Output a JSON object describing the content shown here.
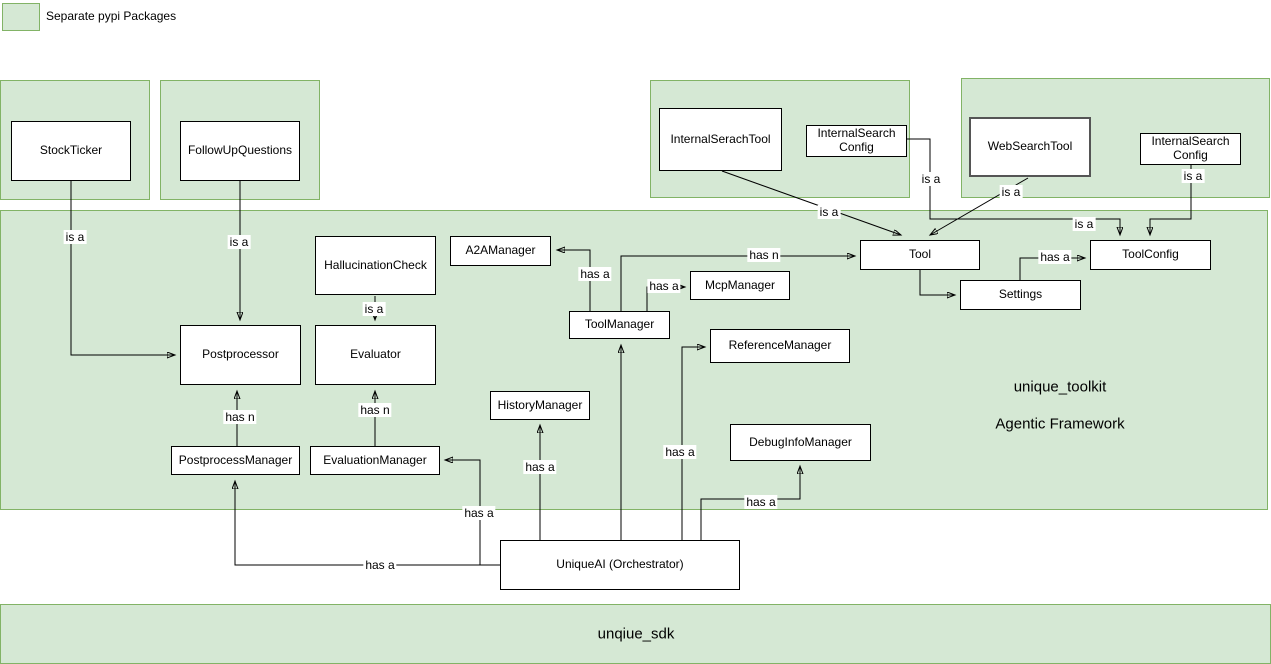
{
  "legend": {
    "swatch_color": "#d5e8d4",
    "label": "Separate pypi Packages"
  },
  "colors": {
    "package_fill": "#d5e8d4",
    "package_border": "#82b366",
    "node_fill": "#ffffff",
    "node_border": "#000000"
  },
  "containers": {
    "toolkit_title": "unique_toolkit",
    "toolkit_subtitle": "Agentic Framework",
    "sdk_label": "unqiue_sdk"
  },
  "nodes": {
    "stock_ticker": "StockTicker",
    "follow_up_questions": "FollowUpQuestions",
    "internal_serach_tool": "InternalSerachTool",
    "internal_search_config_left": "InternalSearch Config",
    "web_search_tool": "WebSearchTool",
    "internal_search_config_right": "InternalSearch Config",
    "a2a_manager": "A2AManager",
    "hallucination_check": "HallucinationCheck",
    "postprocessor": "Postprocessor",
    "evaluator": "Evaluator",
    "tool_manager": "ToolManager",
    "mcp_manager": "McpManager",
    "history_manager": "HistoryManager",
    "reference_manager": "ReferenceManager",
    "debug_info_manager": "DebugInfoManager",
    "postprocess_manager": "PostprocessManager",
    "evaluation_manager": "EvaluationManager",
    "tool": "Tool",
    "settings": "Settings",
    "tool_config": "ToolConfig",
    "unique_ai": "UniqueAI (Orchestrator)"
  },
  "edges": [
    {
      "from": "StockTicker",
      "to": "Postprocessor",
      "label": "is a"
    },
    {
      "from": "FollowUpQuestions",
      "to": "Postprocessor",
      "label": "is a"
    },
    {
      "from": "HallucinationCheck",
      "to": "Evaluator",
      "label": "is a"
    },
    {
      "from": "InternalSerachTool",
      "to": "Tool",
      "label": "is a"
    },
    {
      "from": "WebSearchTool",
      "to": "Tool",
      "label": "is a"
    },
    {
      "from": "InternalSearch Config (left)",
      "to": "ToolConfig",
      "label": "is a"
    },
    {
      "from": "InternalSearch Config (right)",
      "to": "ToolConfig",
      "label": "is a"
    },
    {
      "from": "ToolManager",
      "to": "A2AManager",
      "label": "has a"
    },
    {
      "from": "ToolManager",
      "to": "Tool",
      "label": "has n"
    },
    {
      "from": "ToolManager",
      "to": "McpManager",
      "label": "has a"
    },
    {
      "from": "Tool",
      "to": "Settings",
      "label": ""
    },
    {
      "from": "Settings",
      "to": "ToolConfig",
      "label": "has a"
    },
    {
      "from": "UniqueAI (Orchestrator)",
      "to": "ToolManager",
      "label": ""
    },
    {
      "from": "UniqueAI (Orchestrator)",
      "to": "ReferenceManager",
      "label": "has a"
    },
    {
      "from": "UniqueAI (Orchestrator)",
      "to": "HistoryManager",
      "label": "has a"
    },
    {
      "from": "UniqueAI (Orchestrator)",
      "to": "DebugInfoManager",
      "label": "has a"
    },
    {
      "from": "UniqueAI (Orchestrator)",
      "to": "PostprocessManager",
      "label": "has a"
    },
    {
      "from": "UniqueAI (Orchestrator)",
      "to": "EvaluationManager",
      "label": "has a"
    },
    {
      "from": "PostprocessManager",
      "to": "Postprocessor",
      "label": "has n"
    },
    {
      "from": "EvaluationManager",
      "to": "Evaluator",
      "label": "has n"
    }
  ]
}
